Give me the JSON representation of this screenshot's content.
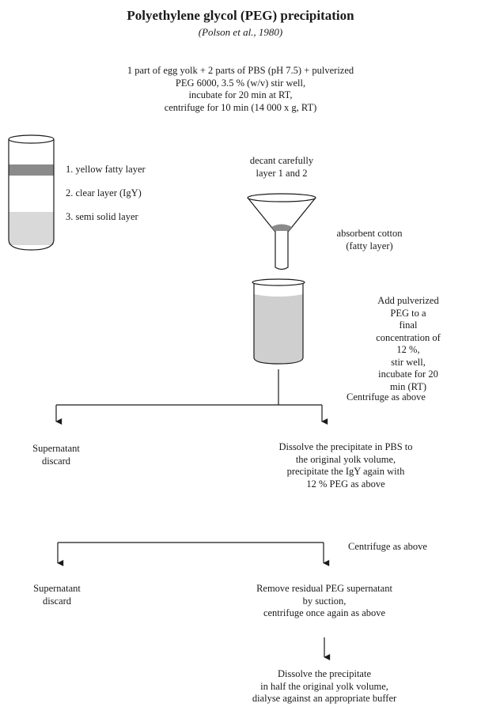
{
  "title": "Polyethylene glycol (PEG) precipitation",
  "citation": "(Polson et al., 1980)",
  "step1": "1 part of egg yolk + 2 parts of PBS (pH 7.5) + pulverized\nPEG 6000, 3.5 % (w/v) stir well,\nincubate for 20 min at RT,\ncentrifuge for 10 min (14 000 x g, RT)",
  "layers": [
    "1. yellow fatty layer",
    "2. clear layer (IgY)",
    "3. semi solid layer"
  ],
  "decant": "decant carefully\nlayer 1 and 2",
  "cotton": "absorbent cotton\n(fatty layer)",
  "add_peg": "Add  pulverized PEG to a\nfinal concentration of 12 %,\nstir well,\nincubate for 20 min (RT)",
  "centrifuge_1": "Centrifuge as above",
  "supernatant_1": "Supernatant\ndiscard",
  "dissolve_1": "Dissolve the precipitate in PBS to\nthe original yolk volume,\nprecipitate the IgY again with\n12 % PEG as above",
  "centrifuge_2": "Centrifuge as above",
  "supernatant_2": "Supernatant\ndiscard",
  "remove_peg": "Remove residual PEG supernatant\nby suction,\ncentrifuge once again as above",
  "dissolve_final": "Dissolve the precipitate\nin half the original yolk volume,\ndialyse against an appropriate buffer",
  "colors": {
    "ink": "#1a1a1a",
    "fatty_layer": "#8a8a8a",
    "semi_solid": "#d9d9d9",
    "liquid": "#cfcfcf"
  }
}
